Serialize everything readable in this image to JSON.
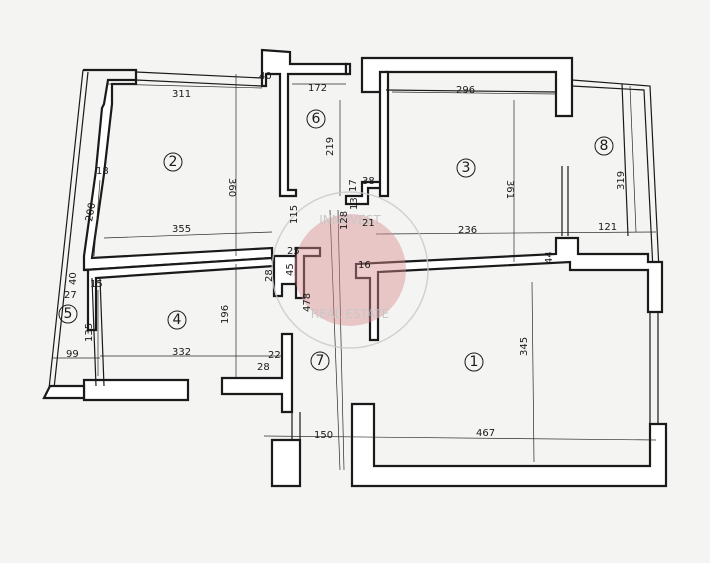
{
  "rooms": [
    {
      "id": "1",
      "label": "1"
    },
    {
      "id": "2",
      "label": "2"
    },
    {
      "id": "3",
      "label": "3"
    },
    {
      "id": "4",
      "label": "4"
    },
    {
      "id": "5",
      "label": "5"
    },
    {
      "id": "6",
      "label": "6"
    },
    {
      "id": "7",
      "label": "7"
    },
    {
      "id": "8",
      "label": "8"
    }
  ],
  "dimensions": [
    "311",
    "360",
    "18",
    "200",
    "355",
    "40",
    "172",
    "219",
    "115",
    "296",
    "361",
    "38",
    "17",
    "13",
    "128",
    "21",
    "236",
    "121",
    "319",
    "44",
    "16",
    "25",
    "45",
    "28",
    "478",
    "27",
    "15",
    "40",
    "135",
    "196",
    "99",
    "332",
    "22",
    "28",
    "150",
    "467",
    "345"
  ],
  "watermark": {
    "top_text": "INNOVEST",
    "bottom_text": "REAL ESTATE"
  }
}
